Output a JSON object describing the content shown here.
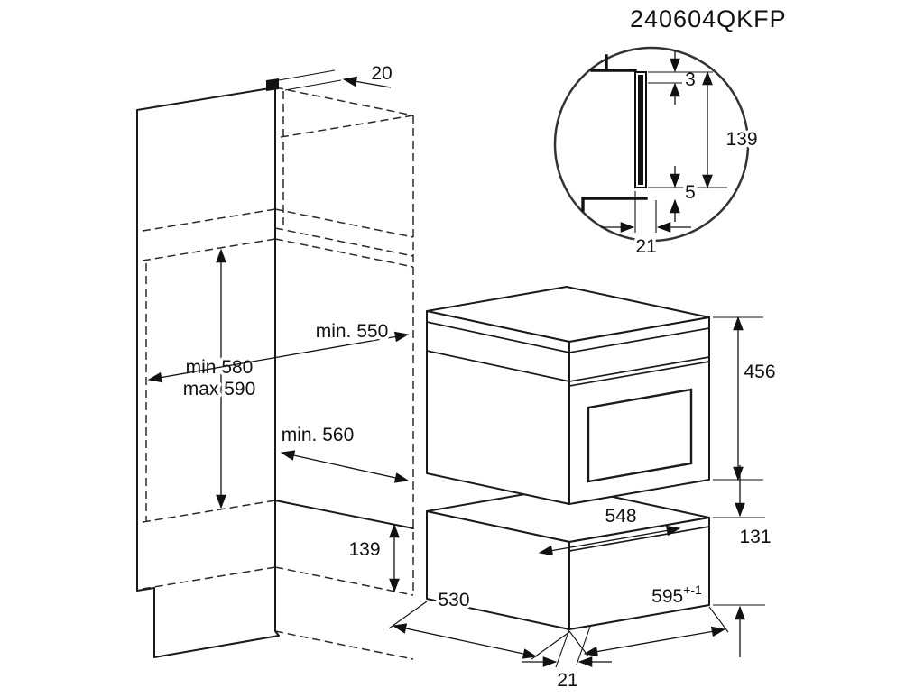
{
  "document_code": "240604QKFP",
  "colors": {
    "line": "#1a1a1a",
    "background": "#ffffff"
  },
  "cabinet_dims": {
    "top_trim_thickness": "20",
    "niche_height_min": "min 580",
    "niche_height_max": "max 590",
    "niche_depth": "min. 550",
    "niche_width": "min. 560",
    "drawer_niche_height": "139"
  },
  "oven_dims": {
    "height": "456"
  },
  "drawer_dims": {
    "body_width": "548",
    "front_height": "131",
    "depth": "530",
    "front_width": "595",
    "front_width_tolerance": "+-1",
    "front_clearance": "21"
  },
  "detail_dims": {
    "top_gap": "3",
    "strip_height": "139",
    "bottom_gap": "5",
    "strip_depth": "21"
  }
}
